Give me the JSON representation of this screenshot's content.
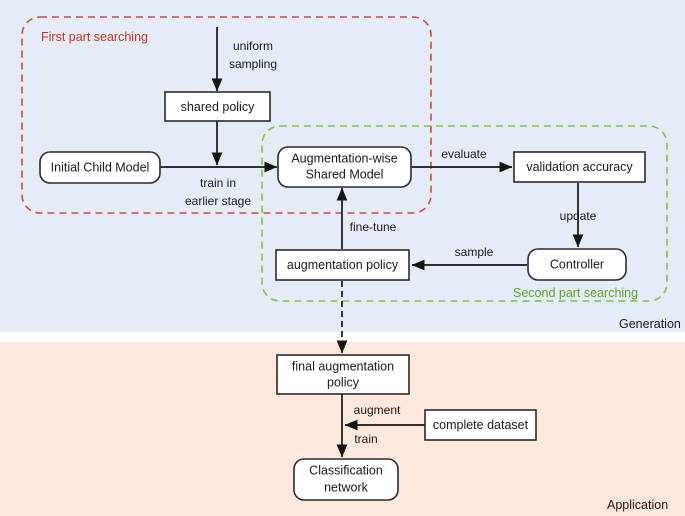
{
  "figure": {
    "bands": [
      {
        "id": "generation",
        "label": "Generation",
        "color": "#e6ebf8"
      },
      {
        "id": "application",
        "label": "Application",
        "color": "#fce8dc"
      }
    ],
    "groups": [
      {
        "id": "first-part",
        "label": "First part searching",
        "color": "#d04a3f"
      },
      {
        "id": "second-part",
        "label": "Second part searching",
        "color": "#7cc440"
      }
    ],
    "nodes": [
      {
        "id": "shared-policy",
        "label": "shared policy",
        "shape": "rect"
      },
      {
        "id": "initial-child-model",
        "label": "Initial Child Model",
        "shape": "rounded"
      },
      {
        "id": "augmentation-wise-shared-model",
        "label_line1": "Augmentation-wise",
        "label_line2": "Shared Model",
        "shape": "rounded"
      },
      {
        "id": "validation-accuracy",
        "label": "validation accuracy",
        "shape": "rect"
      },
      {
        "id": "controller",
        "label": "Controller",
        "shape": "rounded"
      },
      {
        "id": "augmentation-policy",
        "label": "augmentation policy",
        "shape": "rect"
      },
      {
        "id": "final-augmentation-policy",
        "label_line1": "final augmentation",
        "label_line2": "policy",
        "shape": "rect"
      },
      {
        "id": "complete-dataset",
        "label": "complete dataset",
        "shape": "rect"
      },
      {
        "id": "classification-network",
        "label_line1": "Classification",
        "label_line2": "network",
        "shape": "rounded"
      }
    ],
    "edges": [
      {
        "id": "uniform-sampling",
        "label_line1": "uniform",
        "label_line2": "sampling",
        "style": "solid"
      },
      {
        "id": "train-in-earlier-stage",
        "label_line1": "train in",
        "label_line2": "earlier stage",
        "style": "solid"
      },
      {
        "id": "evaluate",
        "label": "evaluate",
        "style": "solid"
      },
      {
        "id": "update",
        "label": "update",
        "style": "solid"
      },
      {
        "id": "sample",
        "label": "sample",
        "style": "solid"
      },
      {
        "id": "fine-tune",
        "label": "fine-tune",
        "style": "solid"
      },
      {
        "id": "policy-transfer",
        "label": "",
        "style": "dashed"
      },
      {
        "id": "augment",
        "label": "augment",
        "style": "solid"
      },
      {
        "id": "train",
        "label": "train",
        "style": "solid"
      }
    ]
  }
}
